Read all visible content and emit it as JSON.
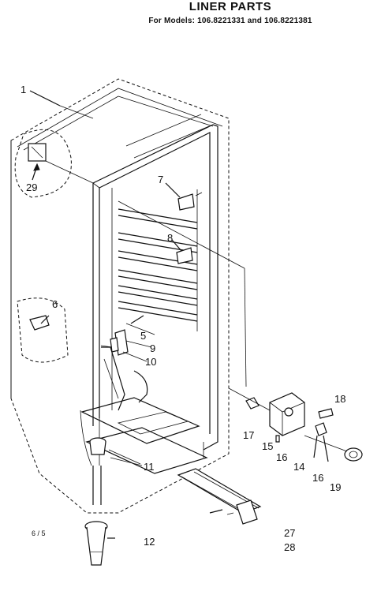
{
  "title": "LINER PARTS",
  "subtitle": "For Models: 106.8221331 and 106.8221381",
  "page_code": "6 / 5",
  "callouts": {
    "c1": "1",
    "c29": "29",
    "c7": "7",
    "c8": "8",
    "c6": "6",
    "c5": "5",
    "c9": "9",
    "c10": "10",
    "c11": "11",
    "c12": "12",
    "c17": "17",
    "c15": "15",
    "c16a": "16",
    "c14": "14",
    "c16b": "16",
    "c19": "19",
    "c18": "18",
    "c27": "27",
    "c28": "28"
  }
}
